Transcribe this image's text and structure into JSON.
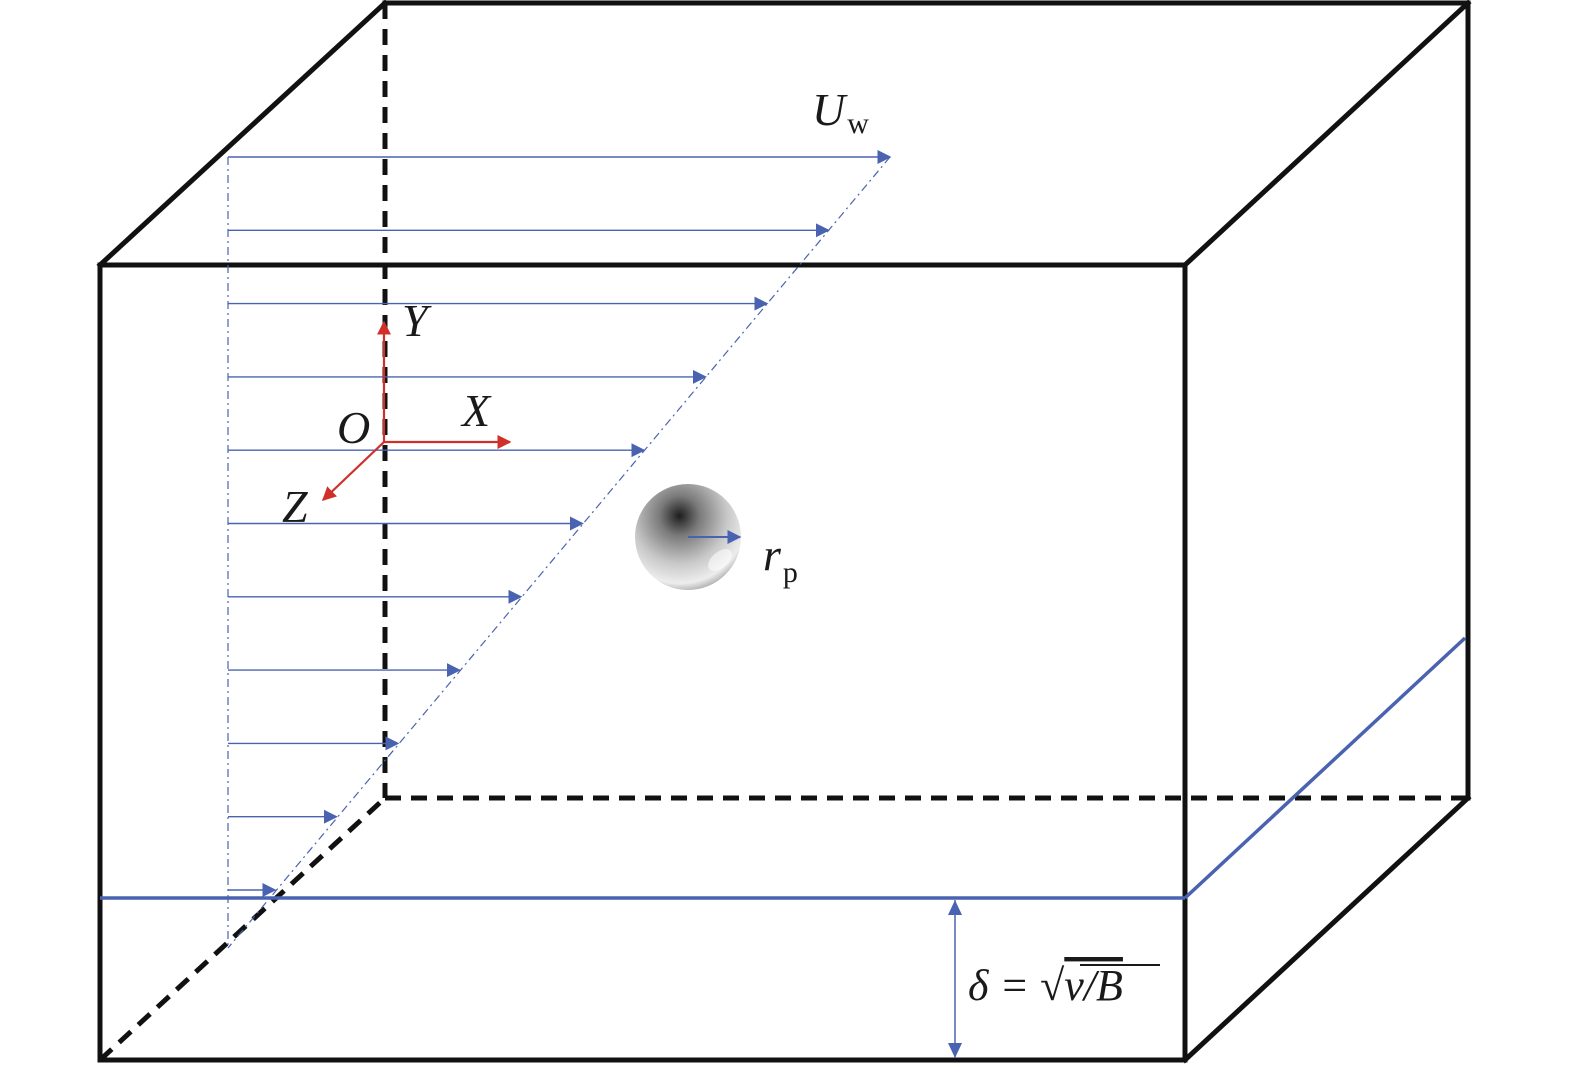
{
  "labels": {
    "wall_velocity": "U",
    "wall_velocity_sub": "w",
    "axis_y": "Y",
    "axis_x": "X",
    "axis_z": "Z",
    "origin": "O",
    "particle_radius": "r",
    "particle_radius_sub": "p",
    "boundary_layer_lhs": "δ = √",
    "boundary_layer_rhs": "ν/B"
  },
  "colors": {
    "box": "#111111",
    "profile": "#4a63b0",
    "axes": "#d0302a",
    "particle_light": "#f2f2f2",
    "particle_dark": "#6e6e6e"
  },
  "profile_arrow_count": 11
}
